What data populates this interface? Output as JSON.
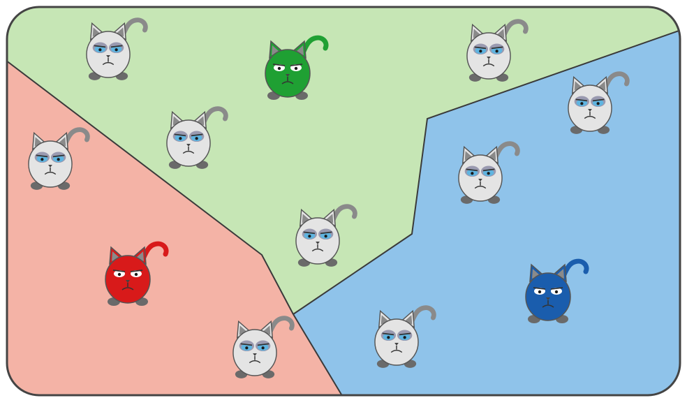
{
  "diagram": {
    "frame_color": "#444444",
    "regions": [
      {
        "id": "red",
        "fill": "#f4b3a6"
      },
      {
        "id": "green",
        "fill": "#c6e6b5"
      },
      {
        "id": "blue",
        "fill": "#8fc3ea"
      }
    ],
    "boundary_color": "#3a3a3a",
    "cats": [
      {
        "role": "centroid",
        "color": "#1fa033",
        "region": "green",
        "icon": "grumpy-cat-icon"
      },
      {
        "role": "centroid",
        "color": "#d81a1a",
        "region": "red",
        "icon": "grumpy-cat-icon"
      },
      {
        "role": "centroid",
        "color": "#1a5dad",
        "region": "blue",
        "icon": "grumpy-cat-icon"
      },
      {
        "role": "point",
        "color": "#e4e4e4",
        "region": "green",
        "icon": "grumpy-cat-icon"
      },
      {
        "role": "point",
        "color": "#e4e4e4",
        "region": "green",
        "icon": "grumpy-cat-icon"
      },
      {
        "role": "point",
        "color": "#e4e4e4",
        "region": "green",
        "icon": "grumpy-cat-icon"
      },
      {
        "role": "point",
        "color": "#e4e4e4",
        "region": "green",
        "icon": "grumpy-cat-icon"
      },
      {
        "role": "point",
        "color": "#e4e4e4",
        "region": "red",
        "icon": "grumpy-cat-icon"
      },
      {
        "role": "point",
        "color": "#e4e4e4",
        "region": "red",
        "icon": "grumpy-cat-icon"
      },
      {
        "role": "point",
        "color": "#e4e4e4",
        "region": "blue",
        "icon": "grumpy-cat-icon"
      },
      {
        "role": "point",
        "color": "#e4e4e4",
        "region": "blue",
        "icon": "grumpy-cat-icon"
      },
      {
        "role": "point",
        "color": "#e4e4e4",
        "region": "blue",
        "icon": "grumpy-cat-icon"
      }
    ]
  }
}
